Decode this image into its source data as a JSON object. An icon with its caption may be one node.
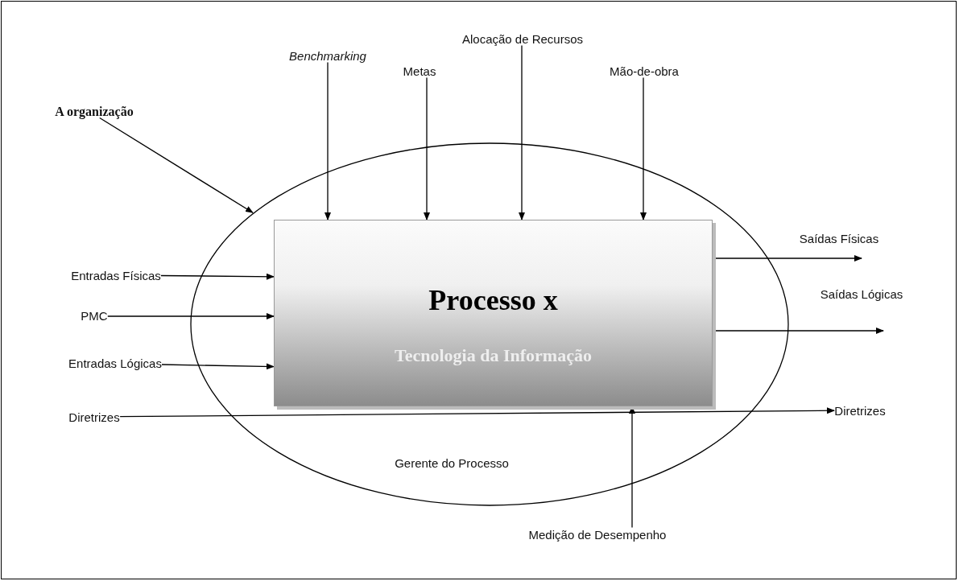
{
  "diagram": {
    "nodes": [
      {
        "text": [
          "A organização"
        ]
      },
      {
        "text": [],
        "shape": "ellipse"
      },
      {
        "text": [
          "Benchmarking"
        ]
      },
      {
        "text": [
          "Metas"
        ]
      },
      {
        "text": [
          "Alocação de Recursos"
        ]
      },
      {
        "text": [
          "Mão-de-obra"
        ]
      },
      {
        "text": [
          "Processo x",
          "Tecnologia da Informação"
        ],
        "in": 1
      },
      {
        "text": [
          "Entradas Físicas"
        ]
      },
      {
        "text": [
          "PMC"
        ]
      },
      {
        "text": [
          "Entradas Lógicas"
        ]
      },
      {
        "text": [
          "Diretrizes"
        ]
      },
      {
        "text": [
          "Diretrizes"
        ]
      },
      {
        "text": [
          "Medição de Desempenho"
        ]
      }
    ],
    "edges": [
      {
        "from": 0,
        "to": 1,
        "arrow": "to"
      },
      {
        "from": 2,
        "to": 6,
        "arrow": "to"
      },
      {
        "from": 3,
        "to": 6,
        "arrow": "to"
      },
      {
        "from": 4,
        "to": 6,
        "arrow": "to"
      },
      {
        "from": 5,
        "to": 6,
        "arrow": "to"
      },
      {
        "from": 7,
        "to": 6,
        "arrow": "to"
      },
      {
        "from": 8,
        "to": 6,
        "arrow": "to"
      },
      {
        "from": 9,
        "to": 6,
        "arrow": "to"
      },
      {
        "from": 10,
        "to": 11,
        "arrow": "to"
      },
      {
        "from": 6,
        "to": null,
        "arrow": "to",
        "label": "Saídas Físicas"
      },
      {
        "from": 6,
        "to": null,
        "arrow": "to",
        "label": "Saídas Lógicas"
      },
      {
        "from": 12,
        "to": 6,
        "arrow": "to"
      }
    ],
    "labels": [
      "Gerente do Processo"
    ]
  }
}
